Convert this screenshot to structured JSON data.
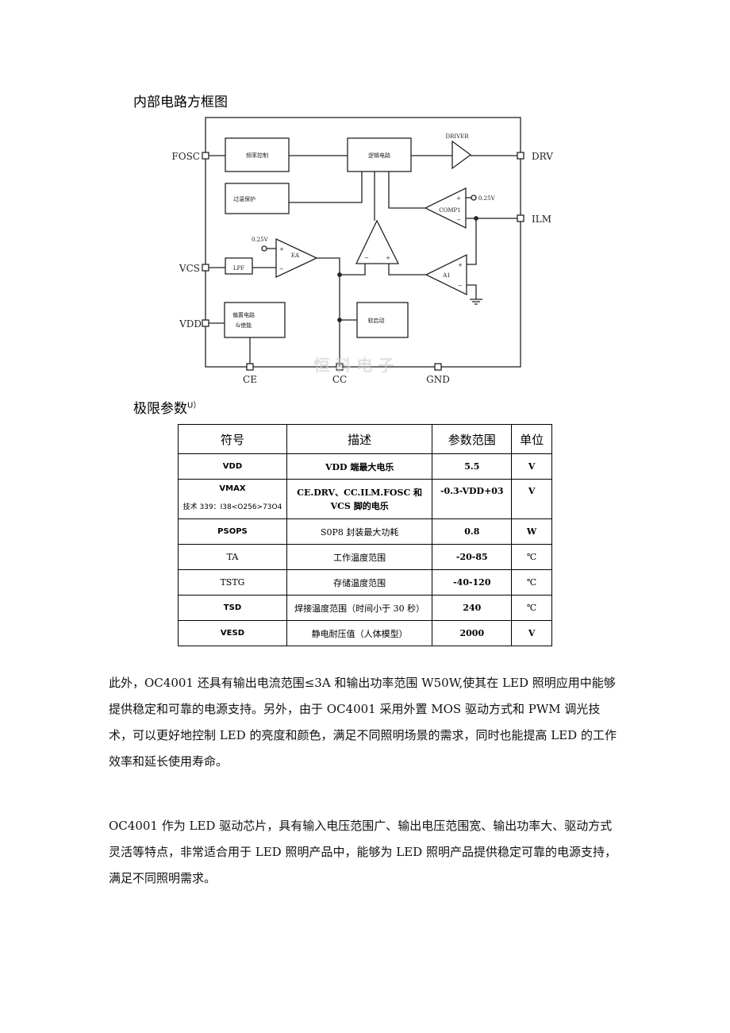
{
  "headings": {
    "block_diagram": "内部电路方框图",
    "limits": "极限参数",
    "limits_note": "U）"
  },
  "diagram": {
    "pins": {
      "fosc": "FOSC",
      "vcs": "VCS",
      "vdd": "VDD",
      "drv": "DRV",
      "ilm": "ILM",
      "ce": "CE",
      "cc": "CC",
      "gnd": "GND"
    },
    "blocks": {
      "freq": "频率控制",
      "logic": "逻辑电路",
      "otp": "过温保护",
      "lpf": "LPF",
      "bias_line1": "偏置电路",
      "bias_line2": "&使能",
      "softstart": "软启动"
    },
    "amps": {
      "driver": "DRIVER",
      "comp1": "COMP1",
      "ea": "EA",
      "a1": "A1",
      "ref1": "0.25V",
      "ref2": "0.25V"
    },
    "watermark": "恒 科 电 子"
  },
  "table": {
    "headers": [
      "符号",
      "描述",
      "参数范围",
      "单位"
    ],
    "vmax_symbol": "VMAX",
    "vmax_sub": "技术 339：I38<O256>73O4",
    "rows": [
      {
        "symbol": "VDD",
        "desc": "VDD 端最大电乐",
        "range": "5.5",
        "unit": "V"
      },
      {
        "symbol": "",
        "desc": "CE.DRV、CC.ILM.FOSC 和 VCS 脚的电乐",
        "range": "-0.3-VDD+03",
        "unit": "V"
      },
      {
        "symbol": "PSOPS",
        "desc": "S0P8 封装最大功耗",
        "range": "0.8",
        "unit": "W"
      },
      {
        "symbol": "TA",
        "desc": "工作温度范围",
        "range": "-20-85",
        "unit": "℃"
      },
      {
        "symbol": "TSTG",
        "desc": "存储温度范围",
        "range": "-40-120",
        "unit": "℃"
      },
      {
        "symbol": "TSD",
        "desc": "焊接温度范围（时间小于 30 秒）",
        "range": "240",
        "unit": "℃"
      },
      {
        "symbol": "VESD",
        "desc": "静电耐压值（人体模型）",
        "range": "2000",
        "unit": "V"
      }
    ]
  },
  "paragraphs": {
    "p1": "此外，OC4001 还具有输出电流范围≤3A 和输出功率范围 W50W,使其在 LED 照明应用中能够提供稳定和可靠的电源支持。另外，由于 OC4001 采用外置 MOS 驱动方式和 PWM 调光技术，可以更好地控制 LED 的亮度和颜色，满足不同照明场景的需求，同时也能提高 LED 的工作效率和延长使用寿命。",
    "p2": "OC4001 作为 LED 驱动芯片，具有输入电压范围广、输出电压范围宽、输出功率大、驱动方式灵活等特点，非常适合用于 LED 照明产品中，能够为 LED 照明产品提供稳定可靠的电源支持，满足不同照明需求。"
  }
}
